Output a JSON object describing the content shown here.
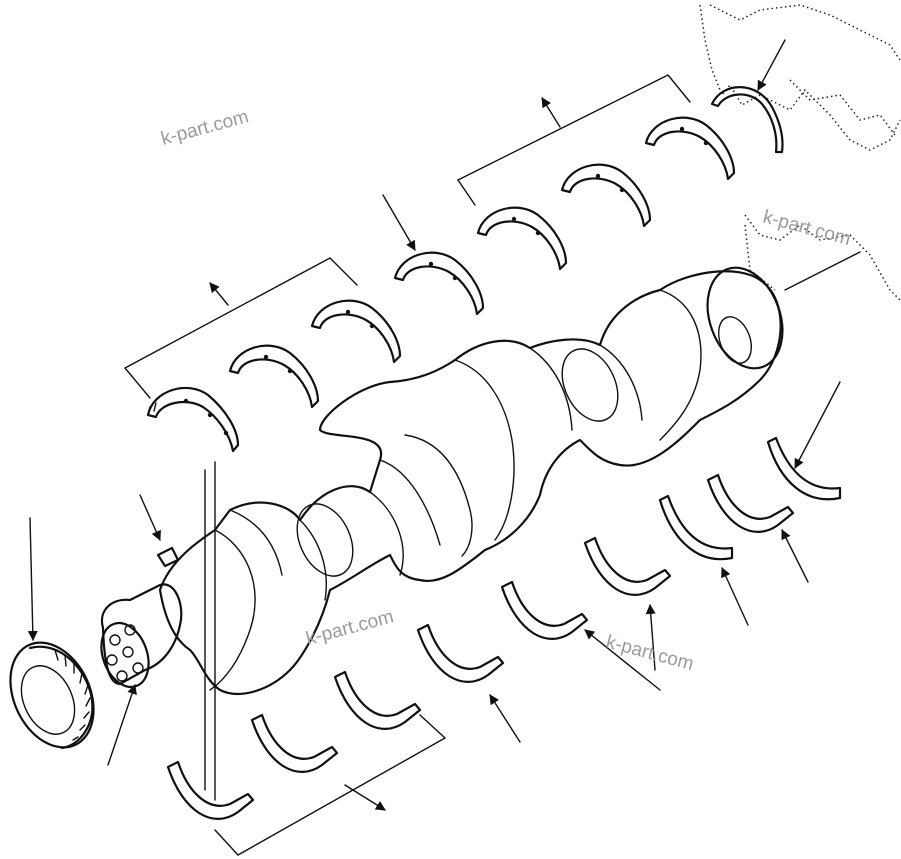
{
  "watermarks": [
    "k-part.com",
    "k-part.com",
    "k-part.com",
    "k-part.com"
  ],
  "colors": {
    "ink": "#111111",
    "watermark": "#9a9a9a",
    "background": "#ffffff"
  }
}
